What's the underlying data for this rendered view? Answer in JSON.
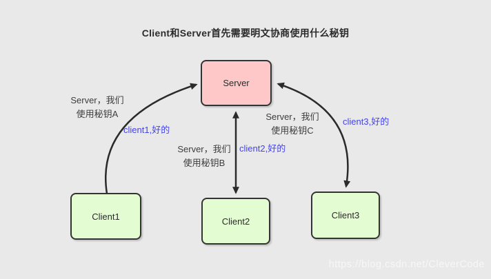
{
  "title": "Client和Server首先需要明文协商使用什么秘钥",
  "nodes": {
    "server": {
      "label": "Server"
    },
    "client1": {
      "label": "Client1"
    },
    "client2": {
      "label": "Client2"
    },
    "client3": {
      "label": "Client3"
    }
  },
  "exchanges": [
    {
      "client": "Client1",
      "request_line1": "Server，我们",
      "request_line2": "使用秘钥A",
      "reply": "client1,好的"
    },
    {
      "client": "Client2",
      "request_line1": "Server，我们",
      "request_line2": "使用秘钥B",
      "reply": "client2,好的"
    },
    {
      "client": "Client3",
      "request_line1": "Server，我们",
      "request_line2": "使用秘钥C",
      "reply": "client3,好的"
    }
  ],
  "watermark": "https://blog.csdn.net/CleverCode",
  "colors": {
    "background": "#e9e9e9",
    "server_fill": "#ffc8c8",
    "client_fill": "#e3fcd1",
    "node_border": "#333333",
    "arrow": "#2b2b2b",
    "reply_text": "#4444e8",
    "request_text": "#3d3d3d",
    "title_text": "#2b2b2b"
  }
}
